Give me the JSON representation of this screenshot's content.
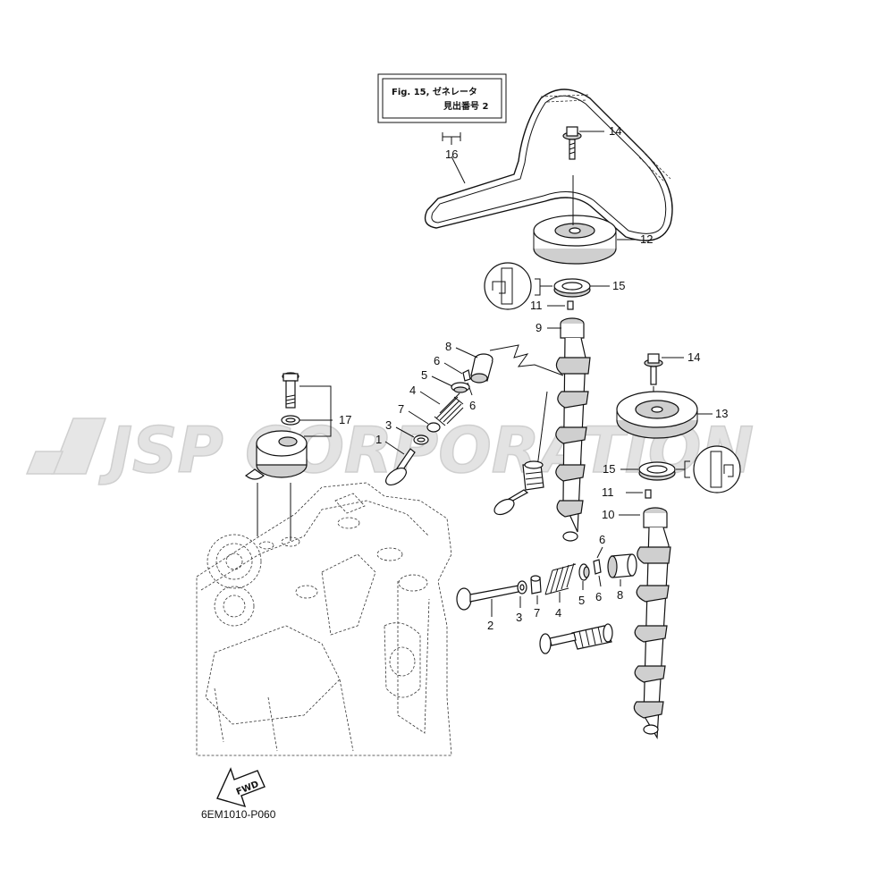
{
  "reference_box": {
    "line1": "Fig. 15, ゼネレータ",
    "line2": "見出番号 2"
  },
  "watermark": "JSP CORPORATION",
  "drawing_code": "6EM1010-P060",
  "fwd_label": "FWD",
  "callouts": {
    "c1": "1",
    "c2": "2",
    "c3a": "3",
    "c3b": "3",
    "c4a": "4",
    "c4b": "4",
    "c5a": "5",
    "c5b": "5",
    "c6a": "6",
    "c6b": "6",
    "c6c": "6",
    "c6d": "6",
    "c7a": "7",
    "c7b": "7",
    "c8a": "8",
    "c8b": "8",
    "c9": "9",
    "c10": "10",
    "c11a": "11",
    "c11b": "11",
    "c12": "12",
    "c13": "13",
    "c14a": "14",
    "c14b": "14",
    "c15a": "15",
    "c15b": "15",
    "c16": "16",
    "c17": "17"
  }
}
